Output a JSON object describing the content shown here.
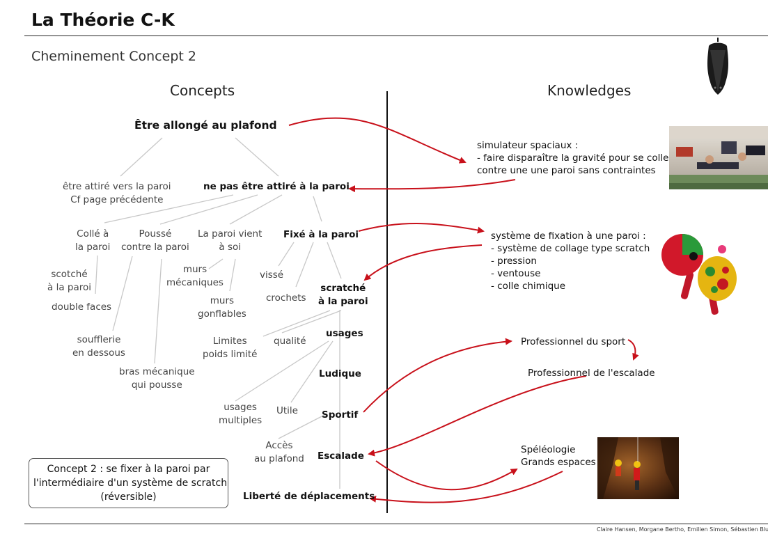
{
  "title": "La Théorie C-K",
  "subtitle": "Cheminement Concept 2",
  "headers": {
    "concepts": "Concepts",
    "knowledges": "Knowledges"
  },
  "concepts": {
    "root": "Être allongé au plafond",
    "attire": "être attiré vers la paroi\nCf page précédente",
    "ne_pas": "ne pas être attiré à la paroi",
    "colle": "Collé à\nla paroi",
    "pousse": "Poussé\ncontre la paroi",
    "paroi_vient": "La paroi vient\nà soi",
    "fixe": "Fixé à la paroi",
    "scotche": "scotché\nà la paroi",
    "double_faces": "double faces",
    "murs_meca": "murs\nmécaniques",
    "murs_gonfl": "murs\ngonflables",
    "visse": "vissé",
    "crochets": "crochets",
    "scratche": "scratché\nà la paroi",
    "soufflerie": "soufflerie\nen dessous",
    "bras": "bras mécanique\nqui pousse",
    "limites": "Limites\npoids limité",
    "qualite": "qualité",
    "usages": "usages",
    "ludique": "Ludique",
    "usages_multiples": "usages\nmultiples",
    "utile": "Utile",
    "sportif": "Sportif",
    "acces": "Accès\nau plafond",
    "escalade": "Escalade",
    "liberte": "Liberté de déplacements"
  },
  "concept_box": "Concept 2 : se fixer à la paroi par\nl'intermédiaire d'un système de scratch\n(réversible)",
  "knowledges": {
    "simulateur": "simulateur spaciaux :\n- faire disparaître la gravité pour se coller\ncontre une une paroi sans contraintes",
    "fixation": "système de fixation à une paroi :\n- système de collage type scratch\n- pression\n- ventouse\n- colle chimique",
    "pro_sport": "Professionnel du sport",
    "pro_escalade": "Professionnel de l'escalade",
    "speleo": "Spéléologie\nGrands espaces"
  },
  "footer": "Claire Hansen, Morgane Bertho, Emilien Simon, Sébastien Bluet",
  "colors": {
    "arrow": "#c8101a",
    "line": "#c8c8c8",
    "divider": "#111111"
  },
  "icons": {
    "bat": "bat-icon"
  }
}
